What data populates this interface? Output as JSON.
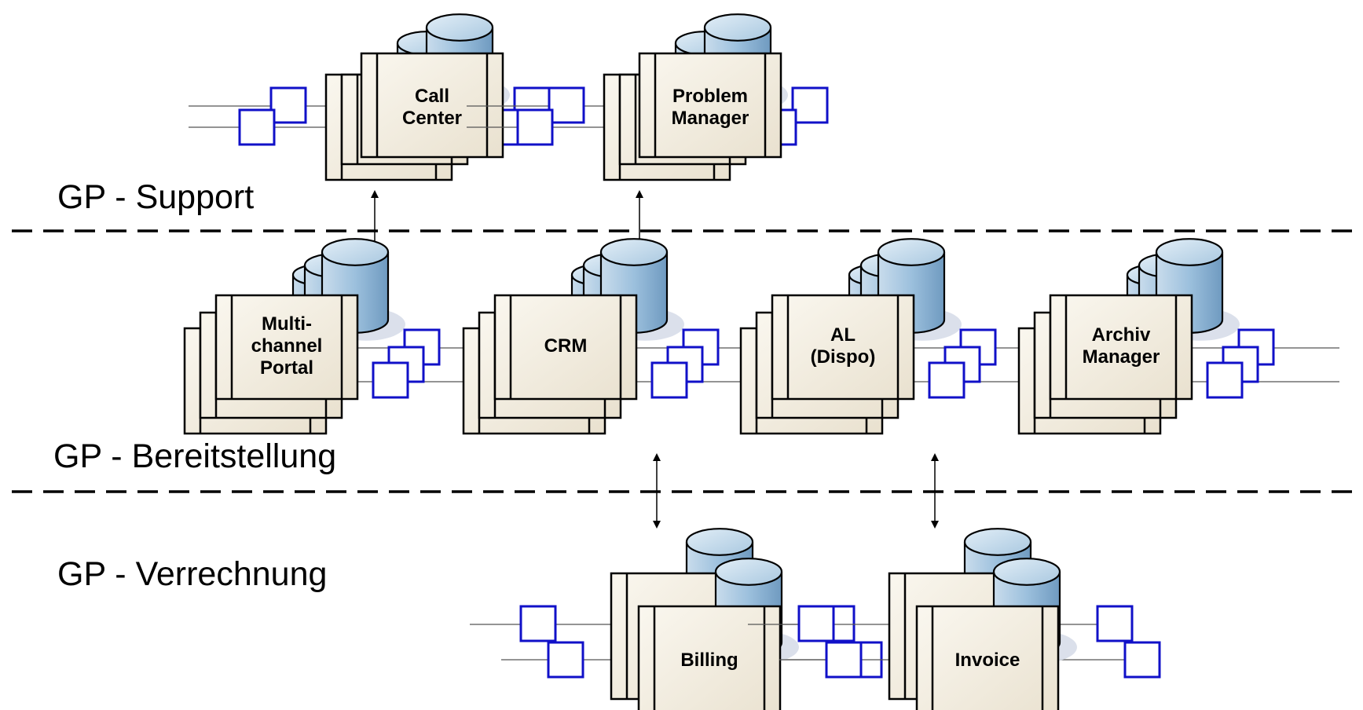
{
  "zones": {
    "support": "GP - Support",
    "bereitstellung": "GP - Bereitstellung",
    "verrechnung": "GP - Verrechnung"
  },
  "systems": {
    "call_center": [
      "Call",
      "Center"
    ],
    "problem_manager": [
      "Problem",
      "Manager"
    ],
    "multichannel_portal": [
      "Multi-",
      "channel",
      "Portal"
    ],
    "crm": [
      "CRM"
    ],
    "al_dispo": [
      "AL",
      "(Dispo)"
    ],
    "archiv_manager": [
      "Archiv",
      "Manager"
    ],
    "billing": [
      "Billing"
    ],
    "invoice": [
      "Invoice"
    ]
  },
  "colors": {
    "interface_box": "#1010c8",
    "component_fill": "#f3efe4",
    "database_fill": "#8fb6d6",
    "separator": "#000000"
  }
}
